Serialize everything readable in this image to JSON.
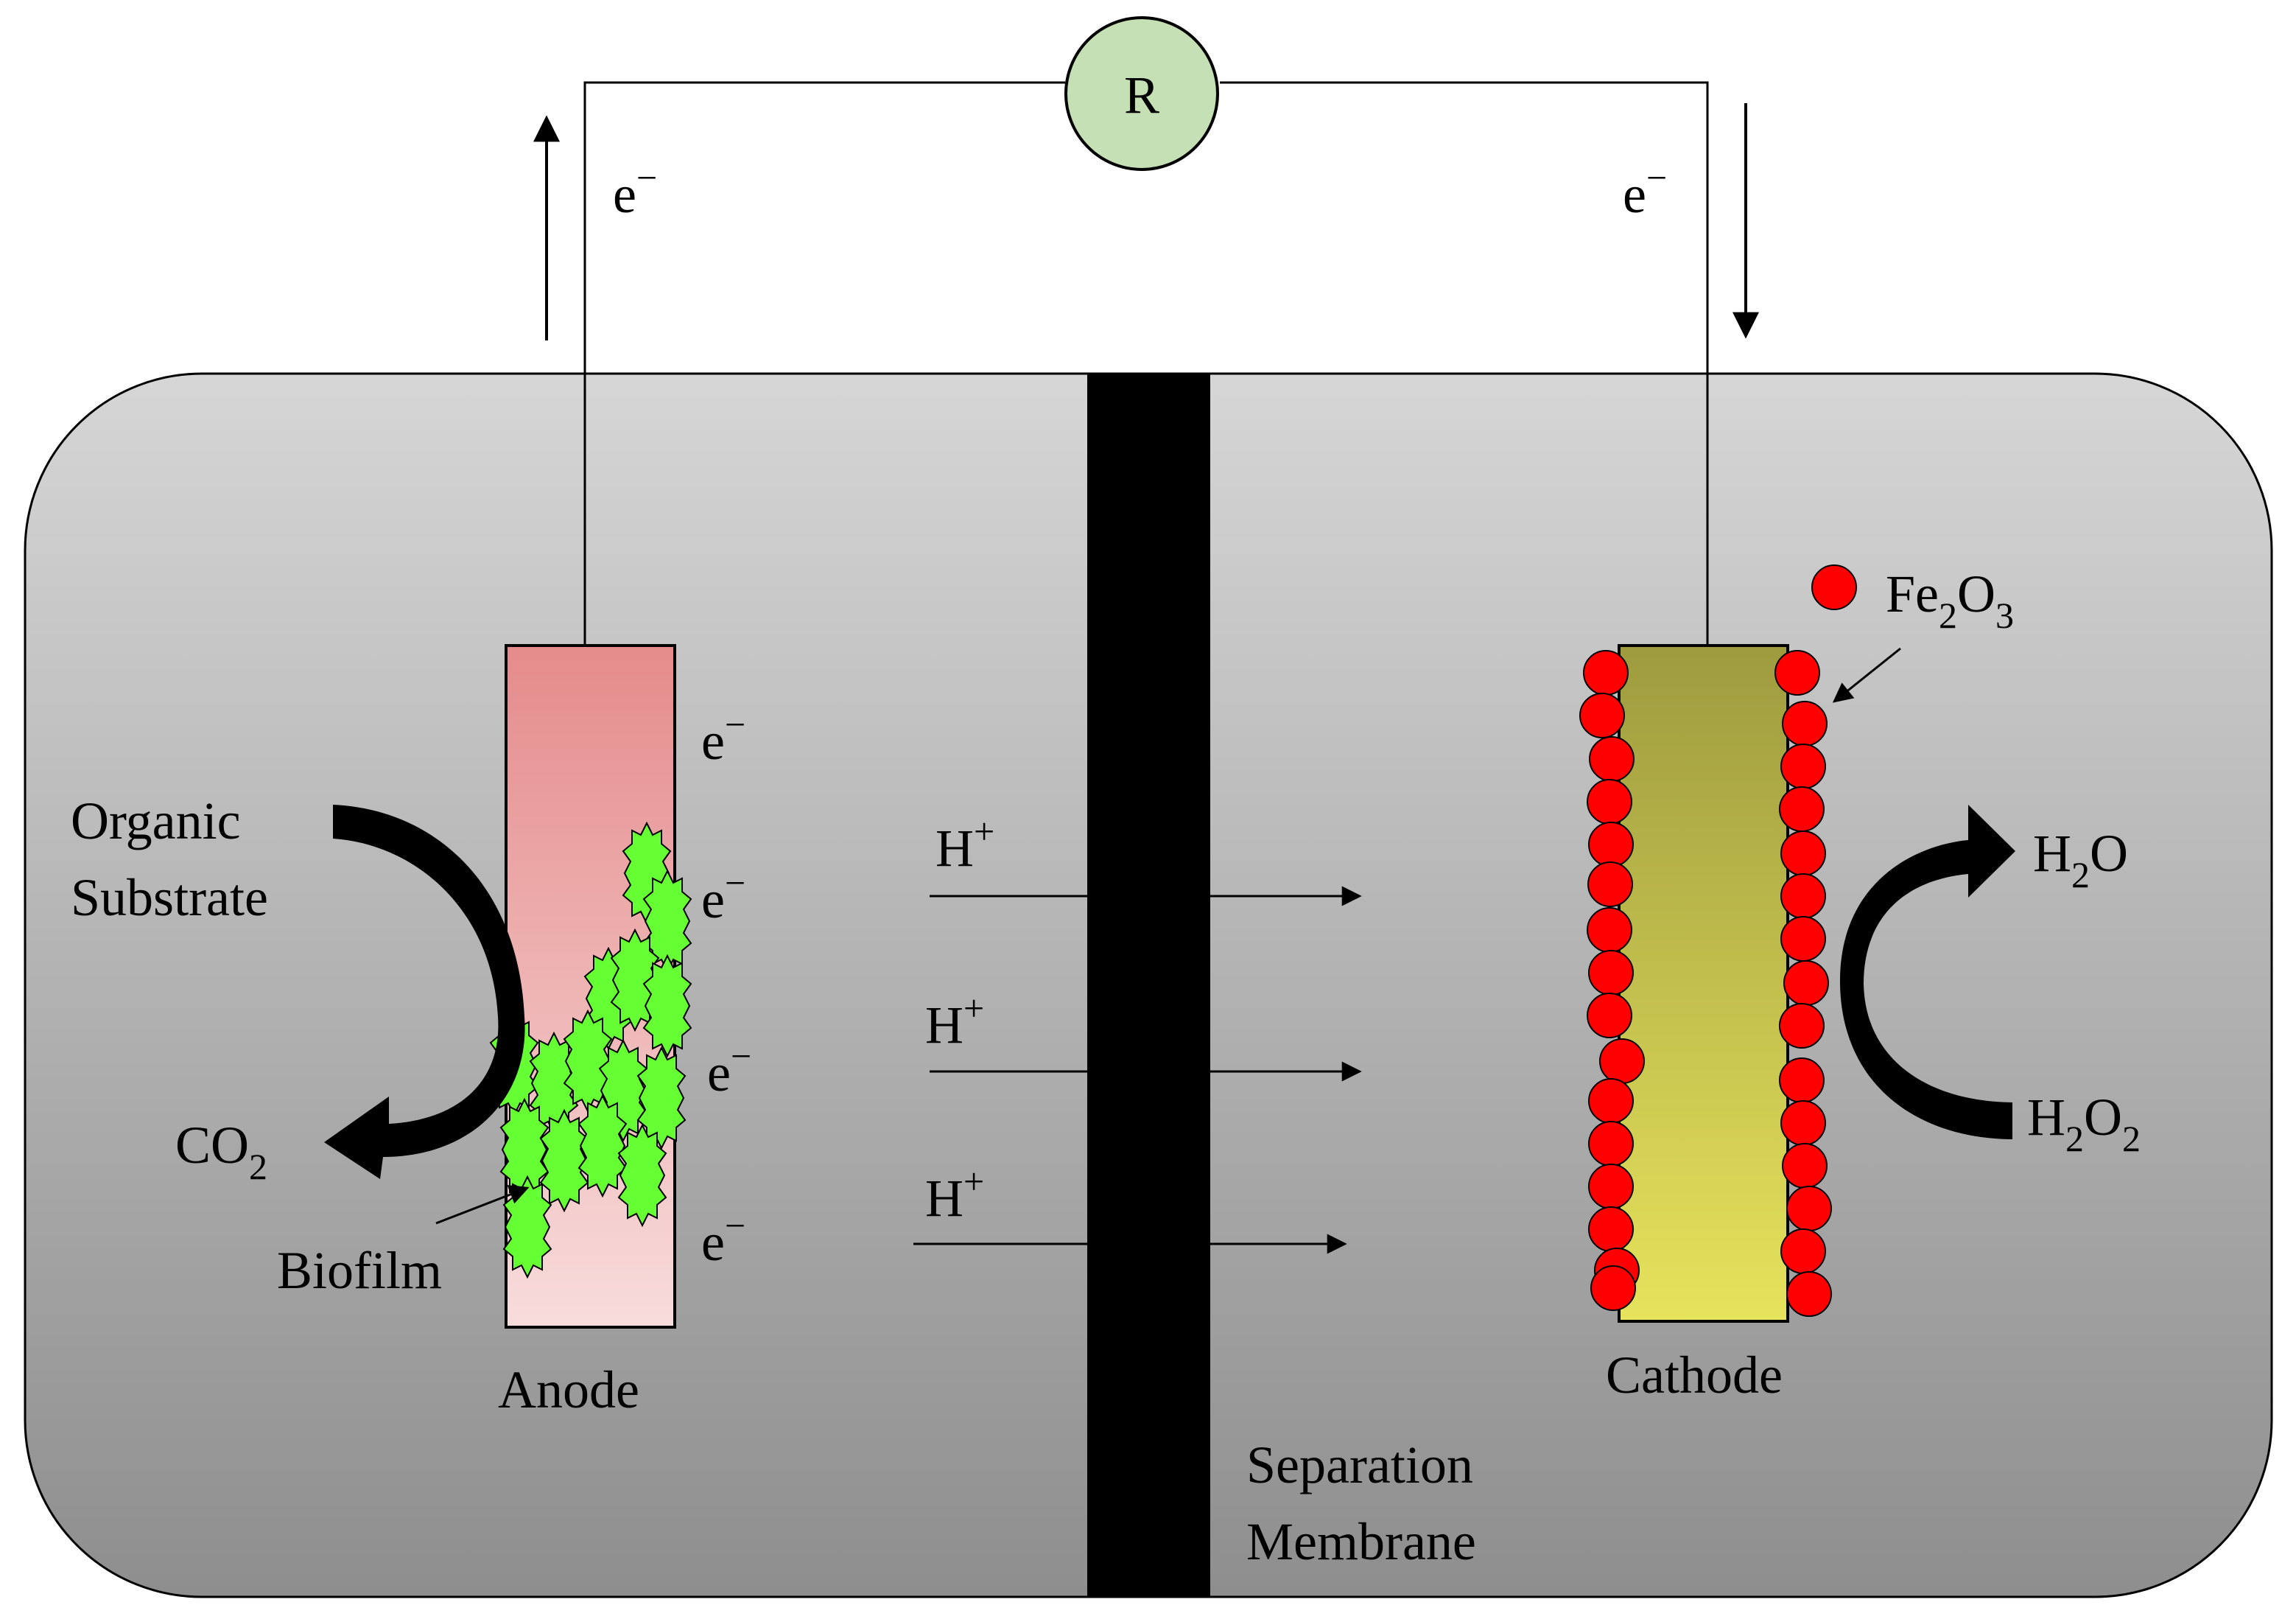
{
  "resistor": {
    "label": "R"
  },
  "electrons": {
    "symbol": "e",
    "charge": "−"
  },
  "anode": {
    "label": "Anode"
  },
  "cathode": {
    "label": "Cathode"
  },
  "membrane": {
    "line1": "Separation",
    "line2": "Membrane"
  },
  "substrate": {
    "line1": "Organic",
    "line2": "Substrate"
  },
  "co2": {
    "base": "CO",
    "sub": "2"
  },
  "biofilm": {
    "label": "Biofilm"
  },
  "proton": {
    "base": "H",
    "charge": "+"
  },
  "fe2o3": {
    "p1": "Fe",
    "s1": "2",
    "p2": "O",
    "s2": "3"
  },
  "h2o": {
    "p1": "H",
    "s1": "2",
    "p2": "O"
  },
  "h2o2": {
    "p1": "H",
    "s1": "2",
    "p2": "O",
    "s2": "2"
  },
  "colors": {
    "chamber_top": "#d6d6d6",
    "chamber_bottom": "#8e8e8e",
    "membrane": "#000000",
    "resistor_fill": "#c5e0b4",
    "anode_top": "#e58b8b",
    "anode_bottom": "#f8dcdc",
    "cathode_top": "#9e9b3f",
    "cathode_bottom": "#e6e35c",
    "biofilm": "#66ff33",
    "fe2o3_particle": "#ff0000"
  }
}
